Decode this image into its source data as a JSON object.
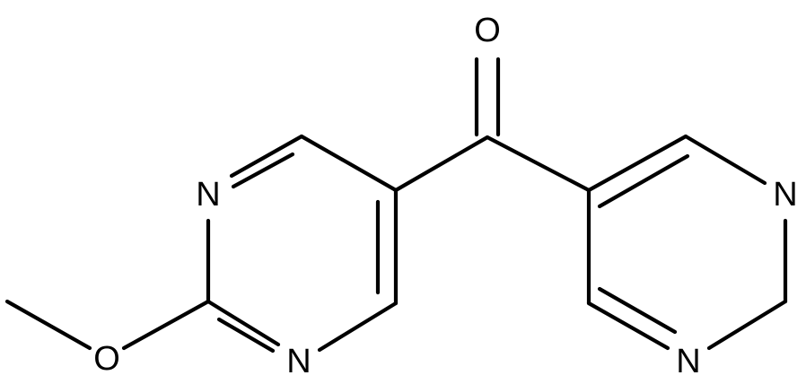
{
  "molecule": {
    "atoms": {
      "o_carbonyl": "O",
      "n_left_top": "N",
      "n_left_bottom": "N",
      "o_methoxy": "O",
      "n_right_top": "N",
      "n_right_bottom": "N"
    }
  },
  "colors": {
    "bond": "#000000",
    "label": "#000000",
    "background": "#ffffff"
  }
}
